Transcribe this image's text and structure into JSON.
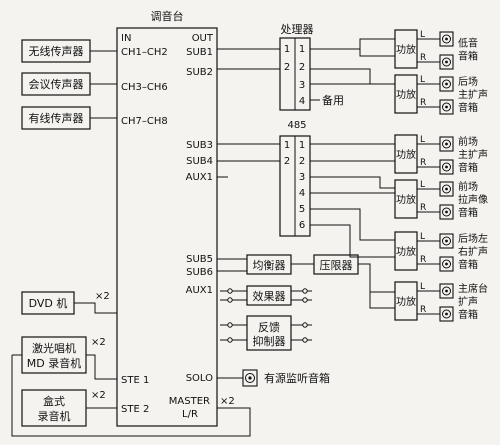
{
  "mixer": {
    "title": "调音台",
    "in_label": "IN",
    "out_label": "OUT",
    "inputs": [
      "CH1–CH2",
      "CH3–CH6",
      "CH7–CH8"
    ],
    "outputs": [
      "SUB1",
      "SUB2",
      "SUB3",
      "SUB4",
      "AUX1",
      "SUB5",
      "SUB6",
      "AUX1",
      "SOLO"
    ],
    "ste1": "STE 1",
    "ste2": "STE 2",
    "master_line1": "MASTER",
    "master_line2": "L/R",
    "master_mult": "×2"
  },
  "sources": {
    "wireless": "无线传声器",
    "conference": "会议传声器",
    "wired": "有线传声器",
    "dvd": "DVD 机",
    "laser_line1": "激光唱机",
    "laser_line2": "MD 录音机",
    "cassette_line1": "盒式",
    "cassette_line2": "录音机",
    "mult": "×2"
  },
  "processor1": {
    "label": "处理器",
    "in_ports": [
      "1",
      "2"
    ],
    "out_ports": [
      "1",
      "2",
      "3",
      "4"
    ],
    "spare_label": "备用"
  },
  "processor2": {
    "label": "485",
    "in_ports": [
      "1",
      "2"
    ],
    "out_ports": [
      "1",
      "2",
      "3",
      "4",
      "5",
      "6"
    ]
  },
  "effects": {
    "equalizer": "均衡器",
    "limiter": "压限器",
    "effect": "效果器",
    "feedback_line1": "反馈",
    "feedback_line2": "抑制器"
  },
  "amp_label": "功放",
  "lr": [
    "L",
    "R"
  ],
  "speaker_groups": [
    [
      "低音",
      "音箱"
    ],
    [
      "后场",
      "主扩声",
      "音箱"
    ],
    [
      "前场",
      "主扩声",
      "音箱"
    ],
    [
      "前场",
      "拉声像",
      "音箱"
    ],
    [
      "后场左",
      "右扩声",
      "音箱"
    ],
    [
      "主席台",
      "扩声",
      "音箱"
    ]
  ],
  "monitor_label": "有源监听音箱"
}
